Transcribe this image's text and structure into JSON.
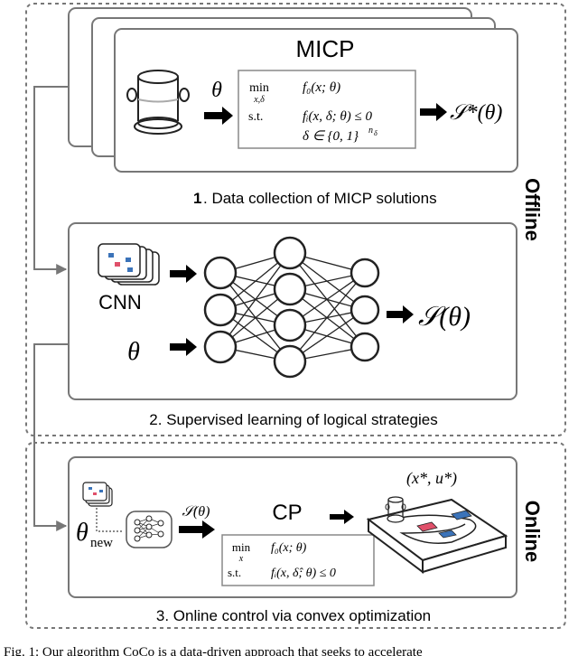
{
  "offline_label": "Offline",
  "online_label": "Online",
  "stage1": {
    "title": "MICP",
    "theta": "θ",
    "opt_min": "min",
    "opt_min_sub": "x,δ",
    "opt_objective": "f₀(x; θ)",
    "opt_st": "s.t.",
    "opt_constraint1": "fᵢ(x, δ; θ) ≤ 0",
    "opt_constraint2": "δ ∈ {0, 1}",
    "opt_constraint2_sup": "n",
    "opt_constraint2_supsub": "δ",
    "output": "𝒮*(θ)",
    "caption_num": "1",
    "caption_text": ". Data collection of MICP solutions"
  },
  "stage2": {
    "cnn_label": "CNN",
    "theta": "θ",
    "output": "𝒮(θ)",
    "caption": "2. Supervised learning of logical strategies"
  },
  "stage3": {
    "theta_new": "θ",
    "theta_new_sub": "new",
    "arrow_label": "𝒮(θ)",
    "cp_title": "CP",
    "opt_min": "min",
    "opt_min_sub": "x",
    "opt_objective": "f₀(x; θ)",
    "opt_st": "s.t.",
    "opt_constraint": "fᵢ(x, δ̂; θ) ≤ 0",
    "solution": "(x*, u*)",
    "caption": "3. Online control via convex optimization"
  },
  "figure_caption": "Fig. 1: Our algorithm CoCo is a data-driven approach that seeks to accelerate"
}
